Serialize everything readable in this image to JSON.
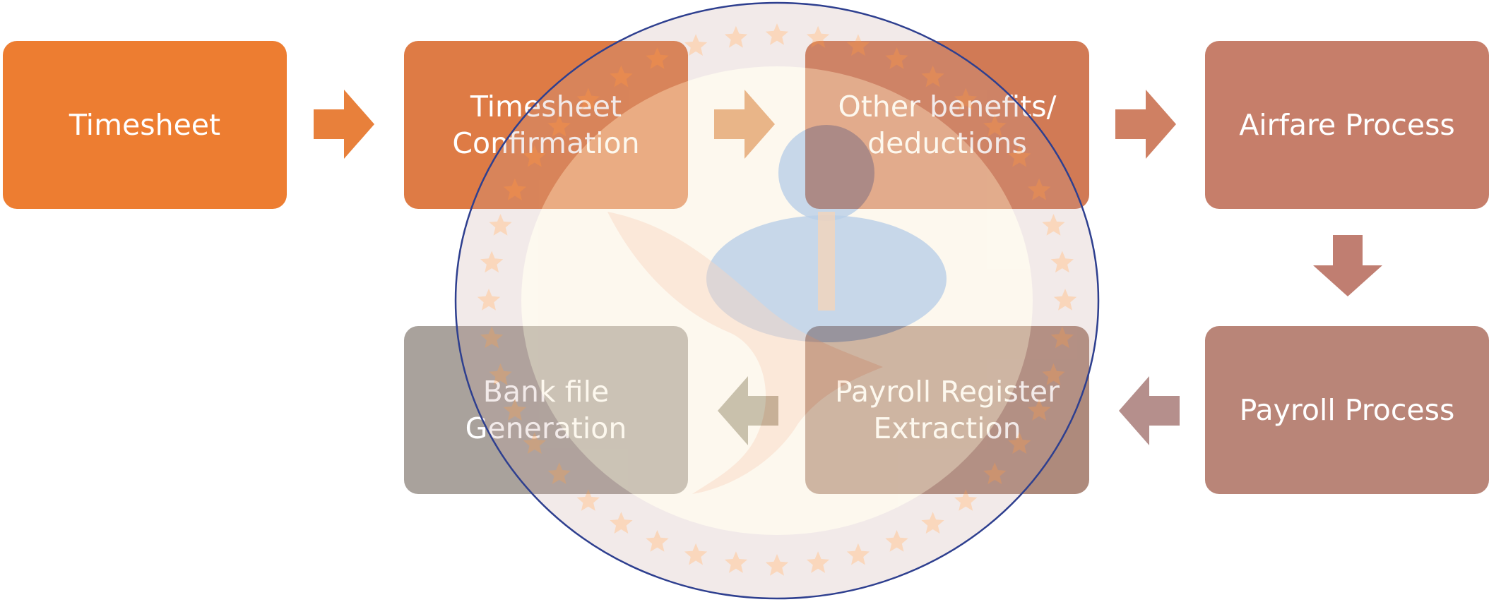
{
  "diagram": {
    "steps": [
      {
        "id": "s1",
        "label": "Timesheet",
        "color": "#ED7D31"
      },
      {
        "id": "s2",
        "label": "Timesheet\nConfirmation",
        "color": "#DE7B45"
      },
      {
        "id": "s3",
        "label": "Other benefits/\ndeductions",
        "color": "#D17A55"
      },
      {
        "id": "s4",
        "label": "Airfare Process",
        "color": "#C67E6A"
      },
      {
        "id": "s5",
        "label": "Payroll Process",
        "color": "#B98578"
      },
      {
        "id": "s6",
        "label": "Payroll Register\nExtraction",
        "color": "#AE8A7C"
      },
      {
        "id": "s7",
        "label": "Bank file\nGeneration",
        "color": "#A9A29C"
      }
    ],
    "arrows": [
      {
        "name": "arrow-right-1",
        "direction": "right",
        "color": "#E8803B"
      },
      {
        "name": "arrow-right-2",
        "direction": "right",
        "color": "#DC8A4E"
      },
      {
        "name": "arrow-right-3",
        "direction": "right",
        "color": "#CF8063"
      },
      {
        "name": "arrow-down-4",
        "direction": "down",
        "color": "#C07E71"
      },
      {
        "name": "arrow-left-5",
        "direction": "left",
        "color": "#B58F8C"
      },
      {
        "name": "arrow-left-6",
        "direction": "left",
        "color": "#A59F8D"
      }
    ],
    "watermark": {
      "kind": "seal",
      "ring_color": "#2E3F8F",
      "star_color": "#F2A060",
      "inner_color": "#FBF0D8",
      "figure_color": "#5B8FC8"
    }
  }
}
